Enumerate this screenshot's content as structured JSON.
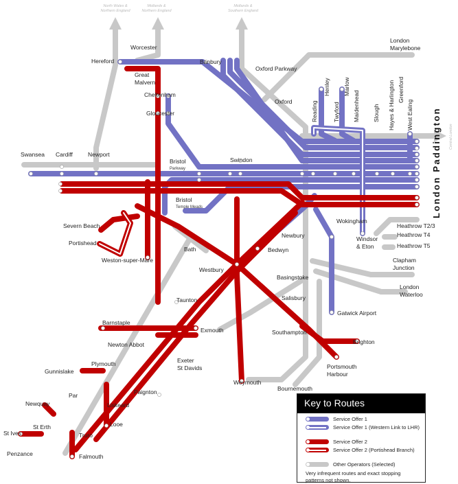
{
  "title": "London Paddington",
  "regions": {
    "north_wales": [
      "North Wales &",
      "Northern England"
    ],
    "midlands_north": [
      "Midlands &",
      "Northern England"
    ],
    "midlands_south": [
      "Midlands &",
      "Southern England"
    ],
    "central_london": "Central London"
  },
  "stations": {
    "worcester": "Worcester",
    "hereford": "Hereford",
    "great_malvern": [
      "Great",
      "Malvern"
    ],
    "cheltenham": "Cheltenham",
    "gloucester": "Gloucester",
    "banbury": "Banbury",
    "oxford_parkway": "Oxford Parkway",
    "oxford": "Oxford",
    "london_marylebone": [
      "London",
      "Marylebone"
    ],
    "reading": "Reading",
    "henley": "Henley",
    "twyford": "Twyford",
    "marlow": "Marlow",
    "maidenhead": "Maidenhead",
    "slough": "Slough",
    "hayes_harlington": "Hayes & Harlington",
    "greenford": "Greenford",
    "west_ealing": "West Ealing",
    "swansea": "Swansea",
    "cardiff": "Cardiff",
    "newport": "Newport",
    "swindon": "Swindon",
    "bristol_parkway": [
      "Bristol",
      "Parkway"
    ],
    "bristol_temple_meads": [
      "Bristol",
      "Temple Meads"
    ],
    "severn_beach": "Severn Beach",
    "portishead": "Portishead",
    "weston_super_mare": "Weston-super-Mare",
    "bath": "Bath",
    "westbury": "Westbury",
    "newbury": "Newbury",
    "bedwyn": "Bedwyn",
    "wokingham": "Wokingham",
    "windsor_eton": [
      "Windsor",
      "& Eton"
    ],
    "heathrow_t23": "Heathrow T2/3",
    "heathrow_t4": "Heathrow T4",
    "heathrow_t5": "Heathrow T5",
    "clapham_junction": [
      "Clapham",
      "Junction"
    ],
    "london_waterloo": [
      "London",
      "Waterloo"
    ],
    "basingstoke": "Basingstoke",
    "salisbury": "Salisbury",
    "gatwick_airport": "Gatwick Airport",
    "taunton": "Taunton",
    "barnstaple": "Barnstaple",
    "exmouth": "Exmouth",
    "newton_abbot": "Newton Abbot",
    "exeter_st_davids": [
      "Exeter",
      "St Davids"
    ],
    "southampton": "Southampton",
    "brighton": "Brighton",
    "portsmouth_harbour": [
      "Portsmouth",
      "Harbour"
    ],
    "weymouth": "Weymouth",
    "bournemouth": "Bournemouth",
    "paignton": "Paignton",
    "plymouth": "Plymouth",
    "gunnislake": "Gunnislake",
    "par": "Par",
    "newquay": "Newquay",
    "liskeard": "Liskeard",
    "looe": "Looe",
    "st_erth": "St Erth",
    "st_ives": "St Ives",
    "truro": "Truro",
    "penzance": "Penzance",
    "falmouth": "Falmouth"
  },
  "legend": {
    "title": "Key to Routes",
    "items": [
      {
        "label": "Service Offer 1",
        "color": "#7272c4",
        "outline": false
      },
      {
        "label": "Service Offer 1 (Western Link to LHR)",
        "color": "#7272c4",
        "outline": true
      },
      {
        "label": "Service Offer 2",
        "color": "#c00000",
        "outline": false
      },
      {
        "label": "Service Offer 2 (Portishead Branch)",
        "color": "#c00000",
        "outline": true
      },
      {
        "label": "Other Operators (Selected)",
        "color": "#c8c8c8",
        "outline": false
      }
    ],
    "note": "Very infrequent routes and exact stopping patterns not shown."
  },
  "colors": {
    "service_offer_1": "#7272c4",
    "service_offer_2": "#c00000",
    "other_operators": "#c8c8c8"
  }
}
